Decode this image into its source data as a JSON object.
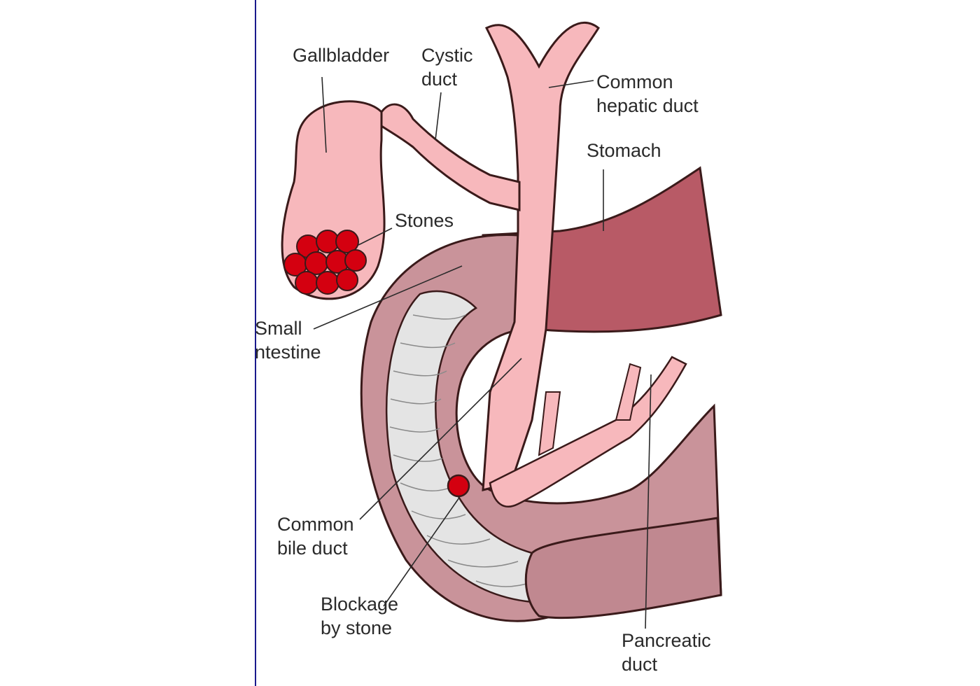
{
  "labels": {
    "gallbladder": [
      "Gallbladder"
    ],
    "cystic_duct": [
      "Cystic",
      "duct"
    ],
    "common_hepatic_duct": [
      "Common",
      "hepatic duct"
    ],
    "stomach": [
      "Stomach"
    ],
    "stones": [
      "Stones"
    ],
    "small_intestine": [
      "Small",
      "ntestine"
    ],
    "common_bile_duct": [
      "Common",
      "bile duct"
    ],
    "blockage": [
      "Blockage",
      "by stone"
    ],
    "pancreatic_duct": [
      "Pancreatic",
      "duct"
    ]
  },
  "colors": {
    "duct_fill": "#f7b8bc",
    "outline": "#3a1a1a",
    "stone_fill": "#d40010",
    "stomach_fill": "#b85a66",
    "intestine_fill": "#c9939a",
    "intestine_inner": "#e4e4e4"
  }
}
